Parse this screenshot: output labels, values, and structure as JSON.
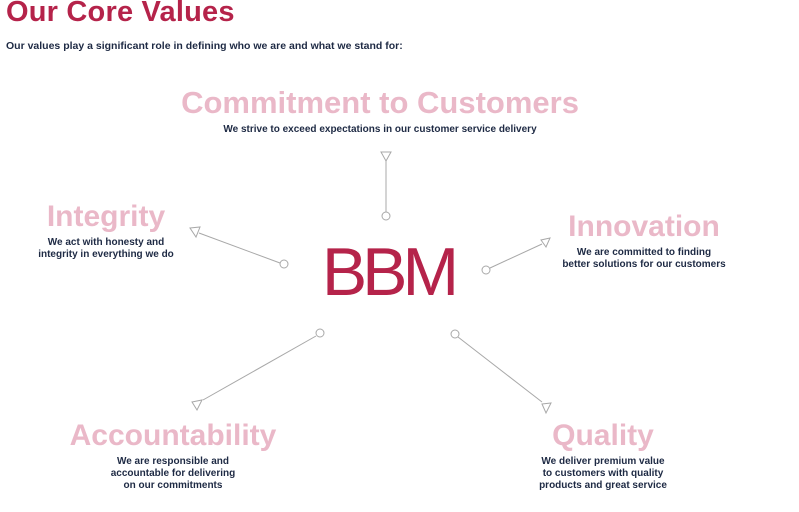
{
  "header": {
    "title": "Our Core Values",
    "subtitle": "Our values play a significant role in defining who we are and what we stand for:"
  },
  "logo": {
    "text": "BBM"
  },
  "colors": {
    "brand": "#b5234a",
    "heading_pink": "#eab8c8",
    "text_navy": "#1e2a44",
    "connector_gray": "#a8a8a8"
  },
  "values": [
    {
      "id": "commitment",
      "title": "Commitment to Customers",
      "description": "We strive to exceed expectations in our customer service delivery"
    },
    {
      "id": "integrity",
      "title": "Integrity",
      "description": "We act with honesty and\nintegrity in everything we do"
    },
    {
      "id": "innovation",
      "title": "Innovation",
      "description": "We are committed to finding\nbetter solutions for our customers"
    },
    {
      "id": "accountability",
      "title": "Accountability",
      "description": "We are responsible and\naccountable for delivering\non our commitments"
    },
    {
      "id": "quality",
      "title": "Quality",
      "description": "We deliver premium value\nto customers with quality\nproducts and great service"
    }
  ]
}
